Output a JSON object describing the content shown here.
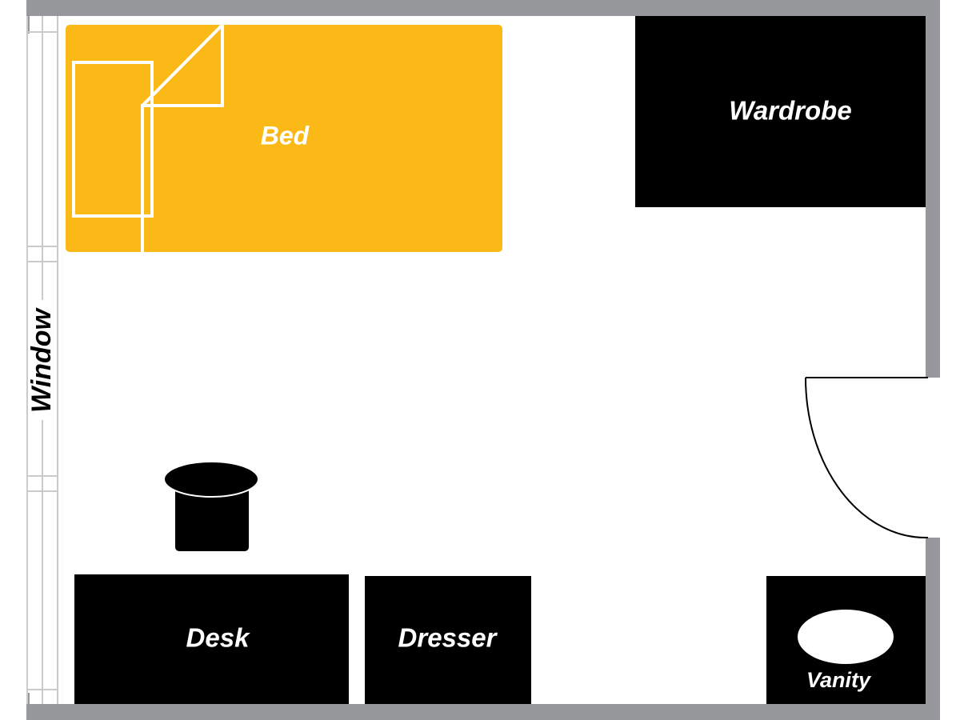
{
  "labels": {
    "bed": "Bed",
    "wardrobe": "Wardrobe",
    "desk": "Desk",
    "dresser": "Dresser",
    "vanity": "Vanity",
    "window": "Window"
  },
  "colors": {
    "wall": "#97989b",
    "furniture": "#000000",
    "bed": "#fbb917",
    "window_frame": "#c9cacc",
    "background": "#ffffff"
  }
}
